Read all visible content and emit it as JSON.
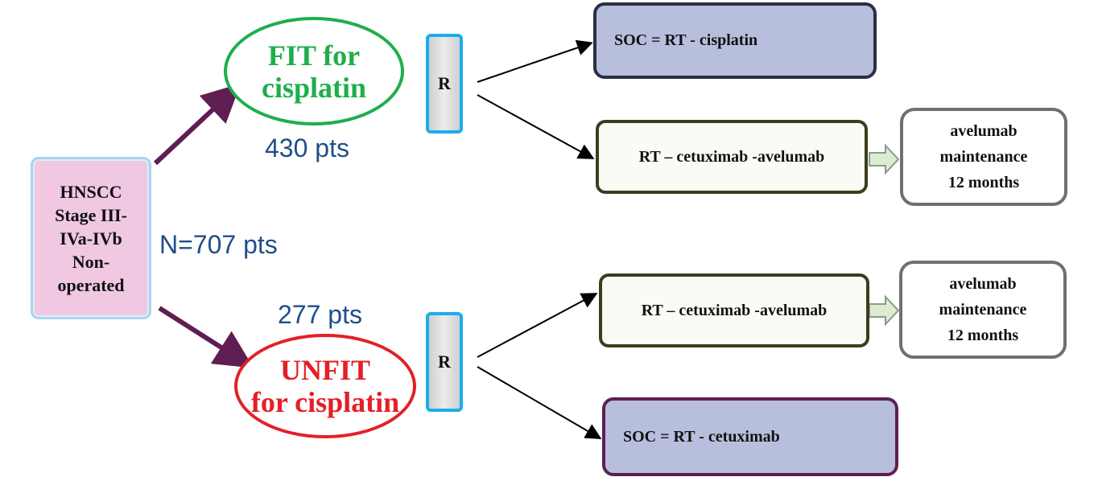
{
  "population": {
    "lines": [
      "HNSCC",
      "Stage III-",
      "IVa-IVb",
      "Non-",
      "operated"
    ],
    "total": "N=707 pts"
  },
  "fit": {
    "lines": [
      "FIT for",
      "cisplatin"
    ],
    "patients": "430 pts",
    "color": "#1fae4b"
  },
  "unfit": {
    "lines": [
      "UNFIT",
      "for cisplatin"
    ],
    "patients": "277 pts",
    "color": "#e41f26"
  },
  "randomization_label": "R",
  "fit_arms": {
    "control": "SOC = RT - cisplatin",
    "experimental": "RT – cetuximab -avelumab",
    "maintenance": [
      "avelumab",
      "maintenance",
      "12 months"
    ]
  },
  "unfit_arms": {
    "experimental": "RT – cetuximab -avelumab",
    "maintenance": [
      "avelumab",
      "maintenance",
      "12 months"
    ],
    "control": "SOC = RT - cetuximab"
  },
  "colors": {
    "branch_arrow": "#5f1d52",
    "randomization_border": "#1aaeea",
    "soc_fill": "#b8bfdd",
    "label_text": "#1f4e8a"
  }
}
